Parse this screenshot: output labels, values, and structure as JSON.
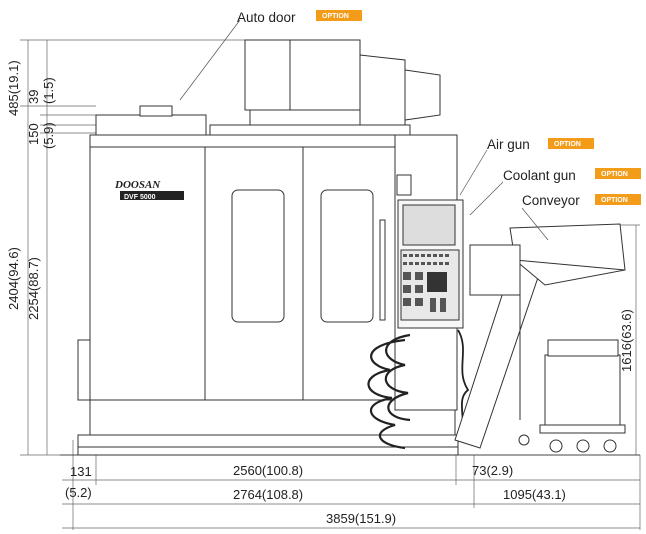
{
  "options": [
    {
      "label": "Auto door",
      "badge": "OPTION"
    },
    {
      "label": "Air gun",
      "badge": "OPTION"
    },
    {
      "label": "Coolant gun",
      "badge": "OPTION"
    },
    {
      "label": "Conveyor",
      "badge": "OPTION"
    }
  ],
  "dimensions": {
    "left_vertical": [
      "485(19.1)",
      "39",
      "(1.5)",
      "150",
      "(5.9)",
      "2404(94.6)",
      "2254(88.7)"
    ],
    "right_vertical": "1616(63.6)",
    "bottom": {
      "d131": "131",
      "d131_in": "(5.2)",
      "d2560": "2560(100.8)",
      "d73": "73(2.9)",
      "d2764": "2764(108.8)",
      "d1095": "1095(43.1)",
      "d3859": "3859(151.9)"
    }
  },
  "machine": {
    "brand": "DOOSAN",
    "model": "DVF 5000"
  },
  "colors": {
    "badge": "#f39c1a",
    "line": "#333333",
    "dimension": "#555555"
  }
}
